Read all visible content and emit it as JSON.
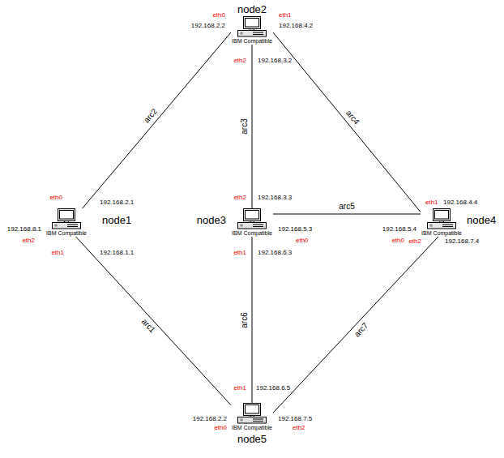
{
  "diagram": {
    "nodes": [
      {
        "text": [
          "node2",
          "IBM Compatible"
        ]
      },
      {
        "text": [
          "node1",
          "IBM Compatible"
        ]
      },
      {
        "text": [
          "node3",
          "IBM Compatible"
        ]
      },
      {
        "text": [
          "node4",
          "IBM Compatible"
        ]
      },
      {
        "text": [
          "node5",
          "IBM Compatible"
        ]
      }
    ],
    "edges": [
      {
        "from": 1,
        "to": 0,
        "arrow": "none",
        "label": "arc2"
      },
      {
        "from": 0,
        "to": 2,
        "arrow": "none",
        "label": "arc3"
      },
      {
        "from": 0,
        "to": 3,
        "arrow": "none",
        "label": "arc4"
      },
      {
        "from": 2,
        "to": 3,
        "arrow": "none",
        "label": "arc5"
      },
      {
        "from": 1,
        "to": 4,
        "arrow": "none",
        "label": "arc1"
      },
      {
        "from": 2,
        "to": 4,
        "arrow": "none",
        "label": "arc6"
      },
      {
        "from": 3,
        "to": 4,
        "arrow": "none",
        "label": "arc7"
      }
    ],
    "labels": [
      "eth0",
      "192.168.2.2",
      "eth1",
      "192.168.4.2",
      "eth2",
      "192.168.3.2",
      "eth0",
      "192.168.2.1",
      "192.168.8.1",
      "eth2",
      "eth1",
      "192.168.1.1",
      "eth2",
      "192.168.3.3",
      "192.168.5.3",
      "eth0",
      "eth1",
      "192.168.6.3",
      "eth1",
      "192.168.4.4",
      "192.168.5.4",
      "eth0",
      "eth2",
      "192.168.7.4",
      "eth1",
      "192.168.6.5",
      "192.168.2.2",
      "eth0",
      "192.168.7.5",
      "eth2"
    ]
  }
}
